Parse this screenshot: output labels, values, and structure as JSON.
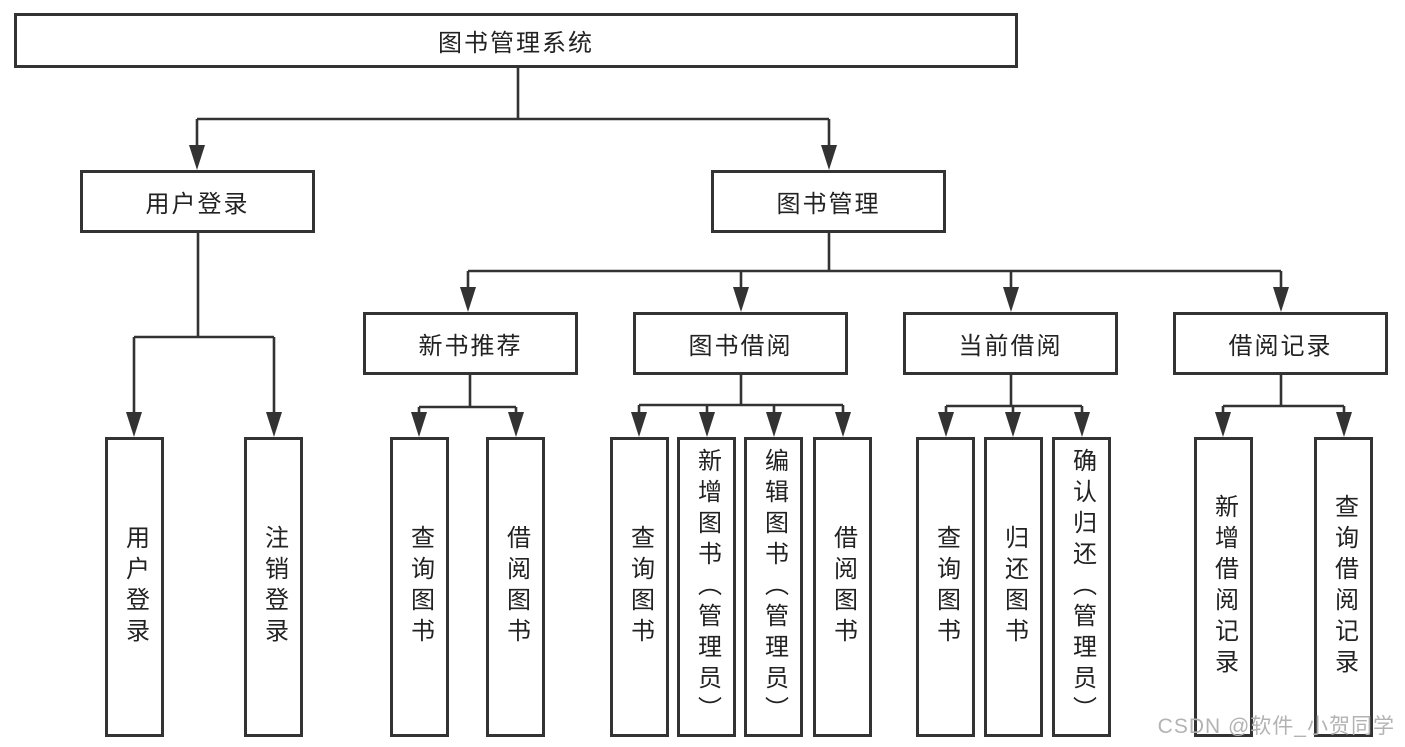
{
  "colors": {
    "background": "#ffffff",
    "line": "#333333",
    "box_border": "#333333",
    "text": "#222222",
    "watermark": "#b3b3b3"
  },
  "nodes": {
    "root": {
      "label": "图书管理系统"
    },
    "user_login": {
      "label": "用户登录"
    },
    "book_mgmt": {
      "label": "图书管理"
    },
    "new_book_rec": {
      "label": "新书推荐"
    },
    "book_borrow": {
      "label": "图书借阅"
    },
    "current_borrow": {
      "label": "当前借阅"
    },
    "borrow_record": {
      "label": "借阅记录"
    },
    "login": {
      "label": "用户登录"
    },
    "logout": {
      "label": "注销登录"
    },
    "rec_query_book": {
      "label": "查询图书"
    },
    "rec_borrow_book": {
      "label": "借阅图书"
    },
    "bb_query_book": {
      "label": "查询图书"
    },
    "bb_add_book": {
      "label": "新增图书（管理员）"
    },
    "bb_edit_book": {
      "label": "编辑图书（管理员）"
    },
    "bb_borrow_book": {
      "label": "借阅图书"
    },
    "cb_query_book": {
      "label": "查询图书"
    },
    "cb_return_book": {
      "label": "归还图书"
    },
    "cb_confirm_return": {
      "label": "确认归还（管理员）"
    },
    "br_add_record": {
      "label": "新增借阅记录"
    },
    "br_query_record": {
      "label": "查询借阅记录"
    }
  },
  "hierarchy": {
    "图书管理系统": {
      "用户登录": [
        "用户登录",
        "注销登录"
      ],
      "图书管理": {
        "新书推荐": [
          "查询图书",
          "借阅图书"
        ],
        "图书借阅": [
          "查询图书",
          "新增图书（管理员）",
          "编辑图书（管理员）",
          "借阅图书"
        ],
        "当前借阅": [
          "查询图书",
          "归还图书",
          "确认归还（管理员）"
        ],
        "借阅记录": [
          "新增借阅记录",
          "查询借阅记录"
        ]
      }
    }
  },
  "watermark": {
    "text": "CSDN @软件_小贺同学"
  }
}
